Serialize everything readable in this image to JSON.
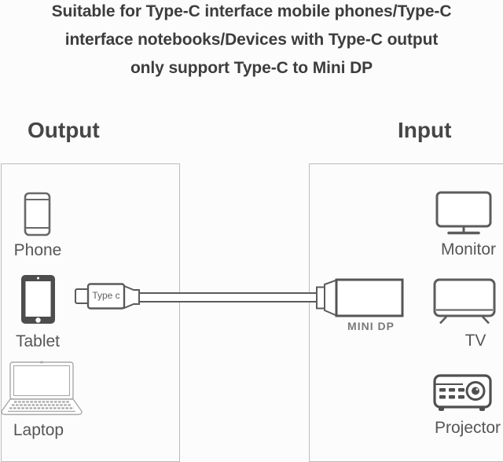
{
  "title": {
    "line1": "Suitable for Type-C interface mobile phones/Type-C",
    "line2": "interface notebooks/Devices with Type-C output",
    "line3": "only support Type-C to Mini DP"
  },
  "output_section": {
    "heading": "Output",
    "devices": [
      {
        "label": "Phone",
        "icon": "phone-icon"
      },
      {
        "label": "Tablet",
        "icon": "tablet-icon"
      },
      {
        "label": "Laptop",
        "icon": "laptop-icon"
      }
    ]
  },
  "input_section": {
    "heading": "Input",
    "devices": [
      {
        "label": "Monitor",
        "icon": "monitor-icon"
      },
      {
        "label": "TV",
        "icon": "tv-icon"
      },
      {
        "label": "Projector",
        "icon": "projector-icon"
      }
    ]
  },
  "cable": {
    "connector_label": "Type c",
    "adapter_label": "MINI DP"
  },
  "colors": {
    "icon_stroke": "#5a5a5a",
    "dark_fill": "#4d4d4d",
    "box_border": "#bcbcbc",
    "title_text": "#3d3d3d",
    "label_text": "#565656",
    "background": "#fcfcfc"
  }
}
